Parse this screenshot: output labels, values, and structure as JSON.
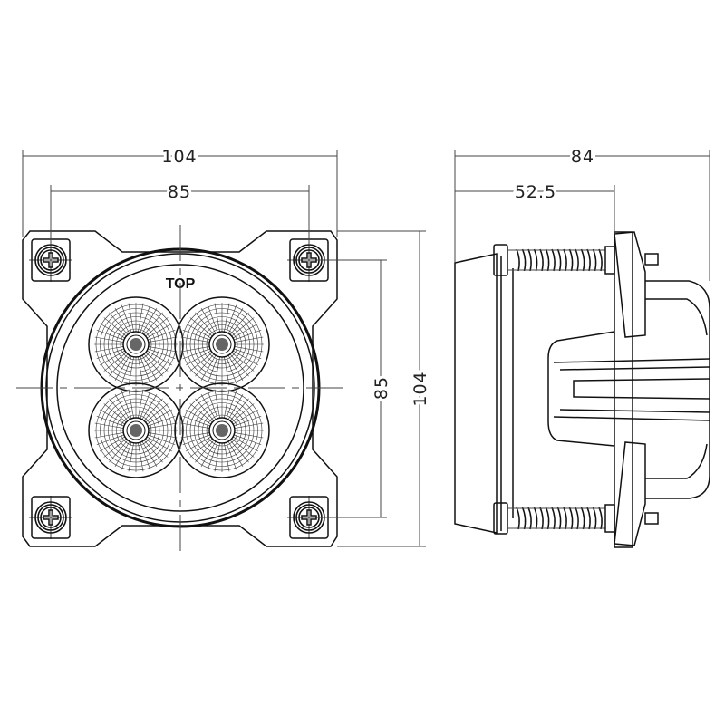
{
  "front_view": {
    "label_top": "TOP",
    "dim_overall_width": "104",
    "dim_hole_spacing_horizontal": "85",
    "dim_hole_spacing_vertical": "85",
    "dim_overall_height": "104"
  },
  "side_view": {
    "dim_overall_depth": "84",
    "dim_front_to_flange": "52.5"
  },
  "colors": {
    "line": "#111111",
    "background": "#ffffff"
  }
}
